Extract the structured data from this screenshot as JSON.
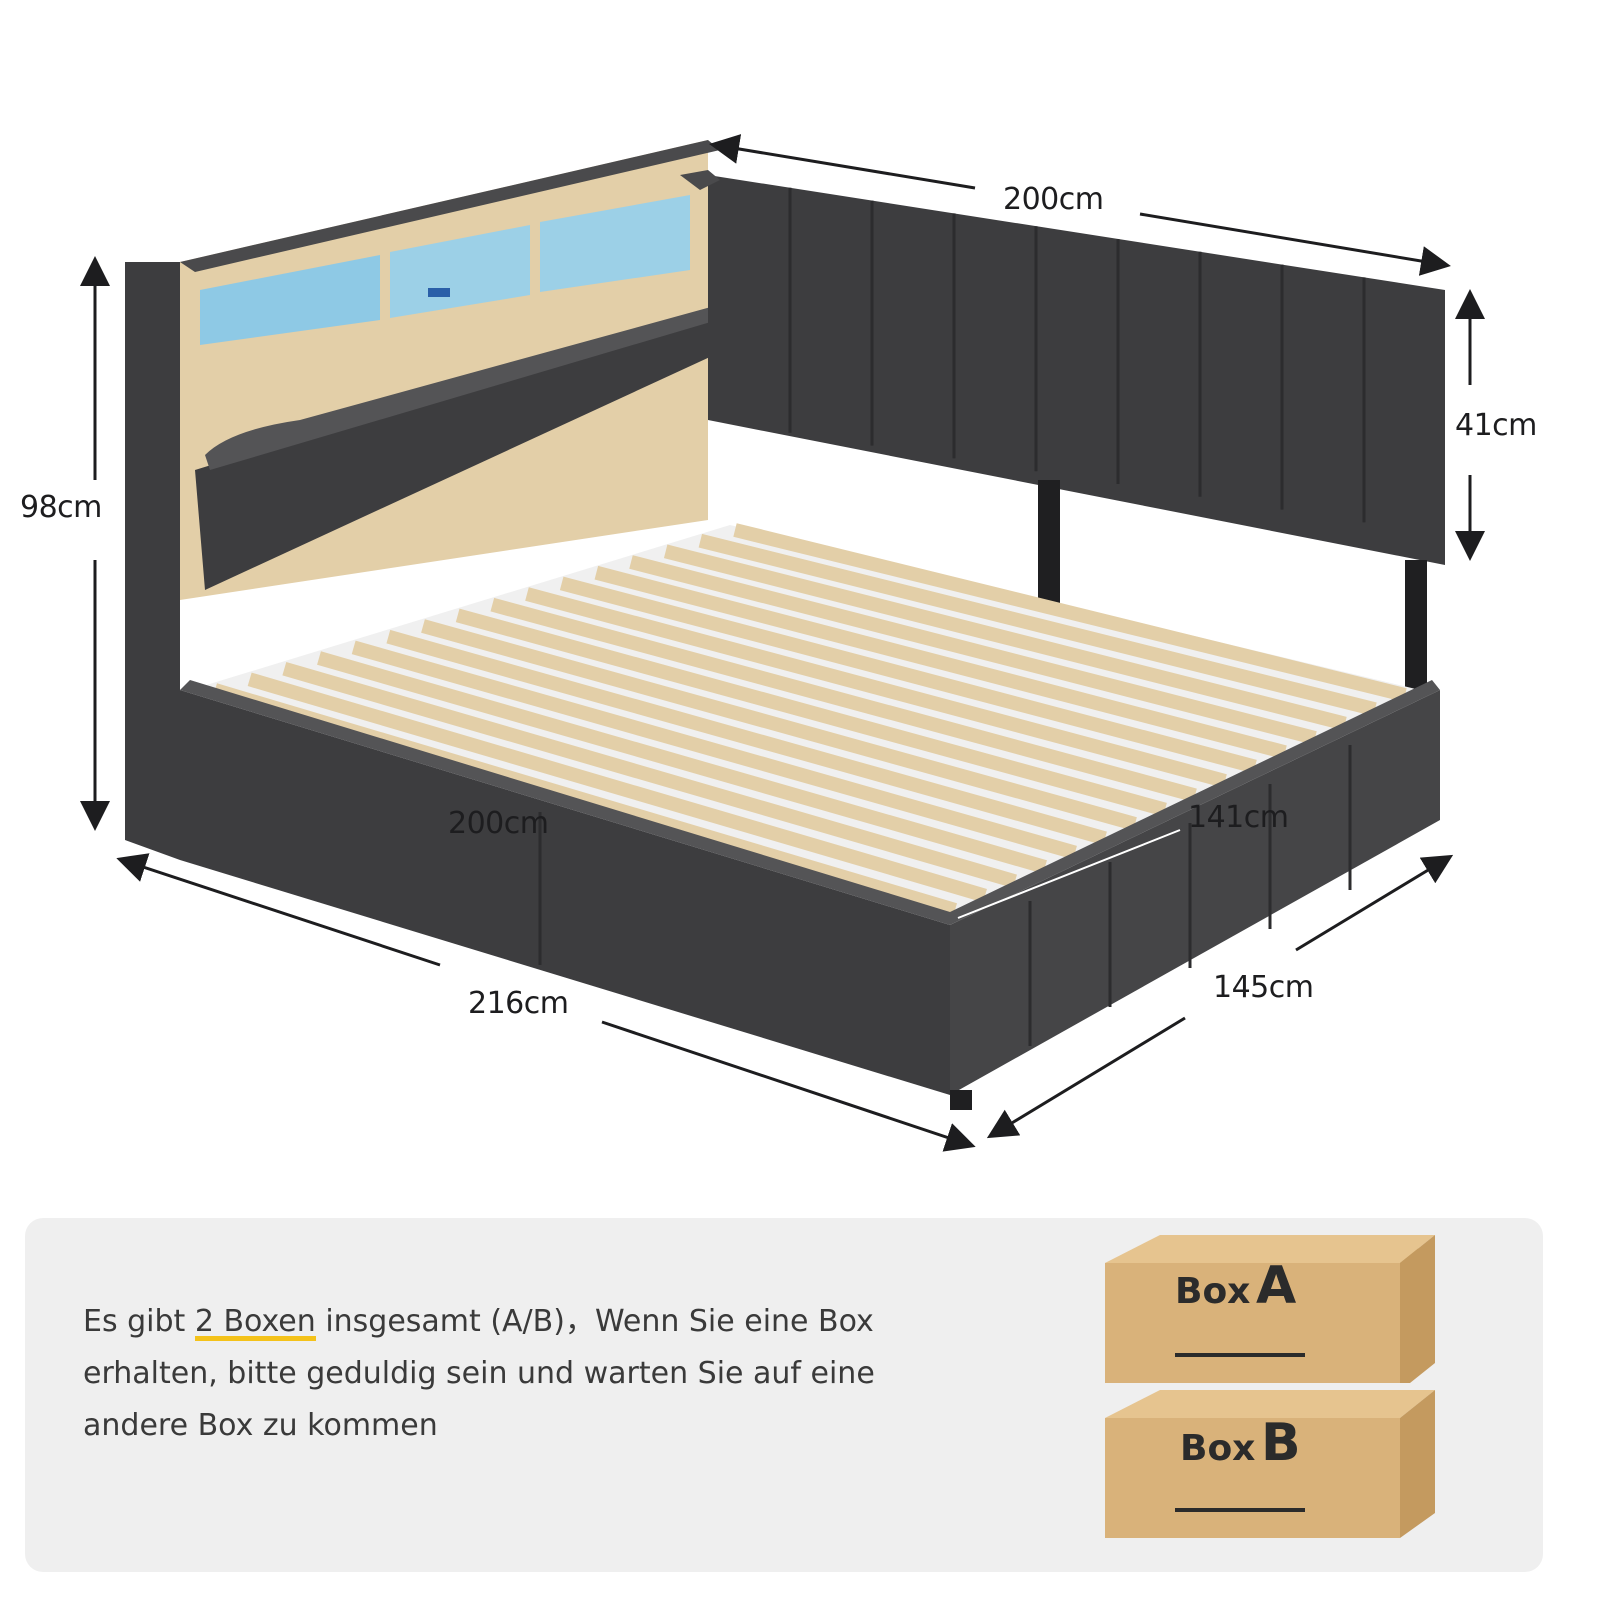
{
  "dimensions": {
    "headboard_length": "200cm",
    "headboard_height": "41cm",
    "total_height": "98cm",
    "inner_length": "200cm",
    "inner_width": "141cm",
    "outer_length": "216cm",
    "outer_width": "145cm"
  },
  "info": {
    "line_prefix": "Es gibt ",
    "highlight": "2 Boxen",
    "line_rest": " insgesamt (A/B)，Wenn Sie eine Box erhalten, bitte geduldig sein und warten Sie auf eine andere Box zu kommen"
  },
  "boxes": [
    {
      "word": "Box",
      "letter": "A"
    },
    {
      "word": "Box",
      "letter": "B"
    }
  ],
  "colors": {
    "fabric": "#3d3d3f",
    "fabric_light": "#545456",
    "wood": "#e3cfa8",
    "led": "#7fc8f0",
    "cardboard": "#d9b27a",
    "cardboard_top": "#e6c48f",
    "cardboard_side": "#c49a5f"
  }
}
